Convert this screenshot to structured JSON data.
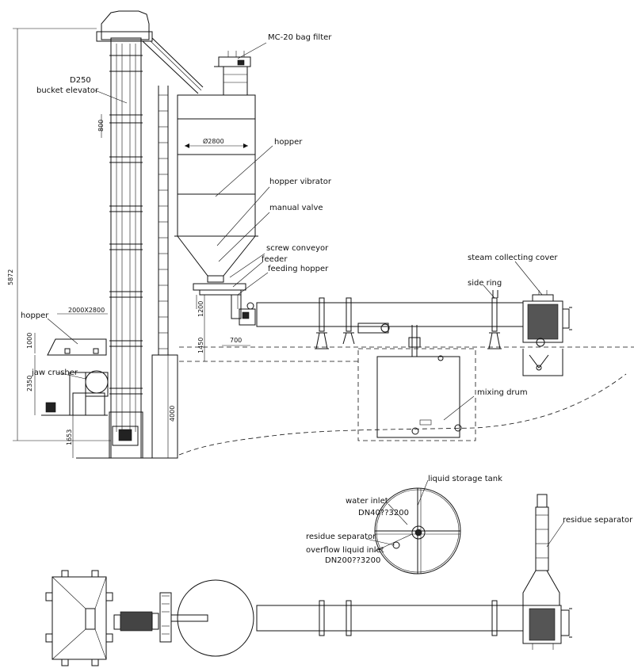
{
  "labels": {
    "mc20_bag_filter": "MC-20 bag filter",
    "d250": "D250",
    "bucket_elevator": "bucket elevator",
    "hopper_silo": "hopper",
    "hopper_vibrator": "hopper vibrator",
    "manual_valve": "manual valve",
    "screw_conveyor": "screw conveyor",
    "feeder": "feeder",
    "feeding_hopper": "feeding hopper",
    "steam_collecting_cover": "steam collecting cover",
    "side_ring": "side ring",
    "hopper_left": "hopper",
    "jaw_crusher": "jaw crusher",
    "mixing_drum": "mixing drum",
    "liquid_storage_tank": "liquid storage tank",
    "water_inlet": "water inlet",
    "water_inlet_spec": "DN40??3200",
    "residue_separator_tank": "residue separator",
    "overflow_liquid_inlet": "overflow liquid inlet",
    "overflow_spec": "DN200??3200",
    "residue_separator_right": "residue separator"
  },
  "dimensions": {
    "total_height": "5872",
    "d800": "800",
    "silo_diameter": "Ø2800",
    "hopper_size": "2000X2800",
    "d1000": "1000",
    "d2350": "2350",
    "d1653": "1653",
    "d4000": "4000",
    "d1200": "1200",
    "d1450": "1450",
    "d700": "700"
  }
}
